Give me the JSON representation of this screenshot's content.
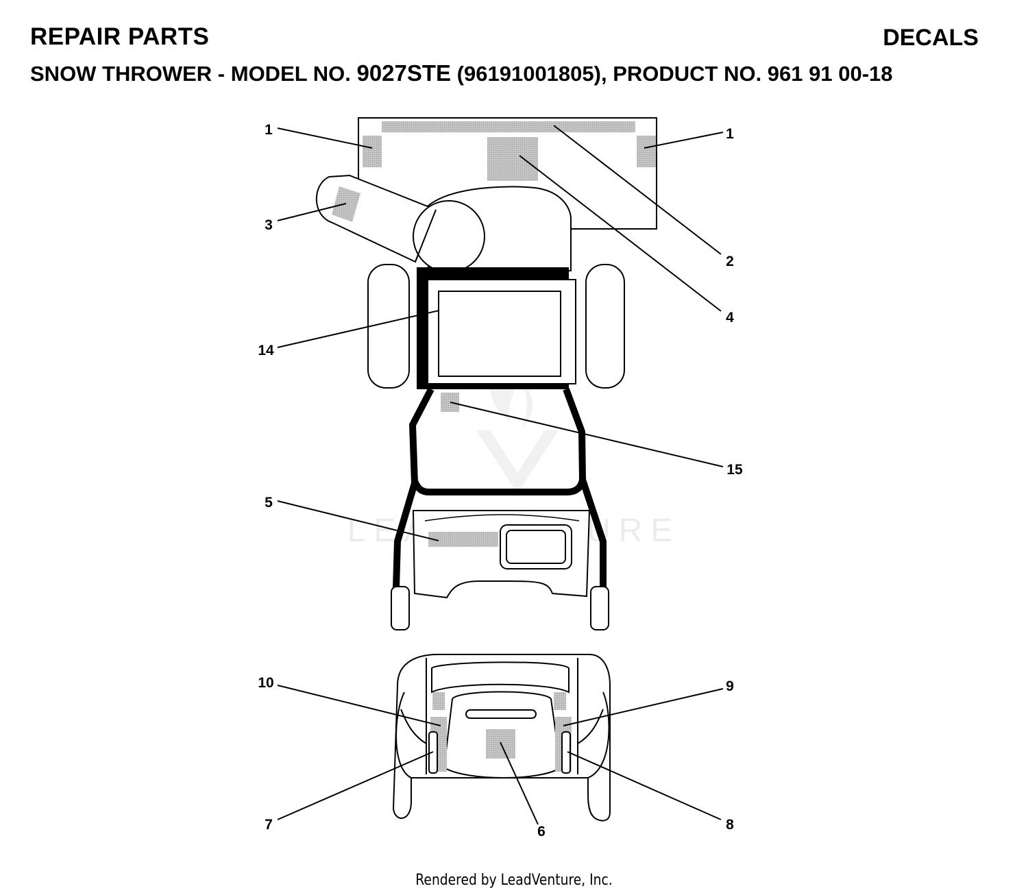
{
  "header": {
    "title_left": "REPAIR PARTS",
    "title_right": "DECALS",
    "subtitle_prefix": "SNOW THROWER - MODEL NO. ",
    "subtitle_model": "9027STE",
    "subtitle_suffix": " (96191001805), PRODUCT NO. 961 91 00-18"
  },
  "watermark": {
    "text": "LEADVENTURE"
  },
  "callouts": {
    "c1a": "1",
    "c1b": "1",
    "c2": "2",
    "c3": "3",
    "c4": "4",
    "c5": "5",
    "c6": "6",
    "c7": "7",
    "c8": "8",
    "c9": "9",
    "c10": "10",
    "c14": "14",
    "c15": "15"
  },
  "footer": {
    "text": "Rendered by LeadVenture, Inc."
  },
  "colors": {
    "line": "#000000",
    "decal": "#b8b8b8",
    "watermark": "#ebebeb"
  }
}
